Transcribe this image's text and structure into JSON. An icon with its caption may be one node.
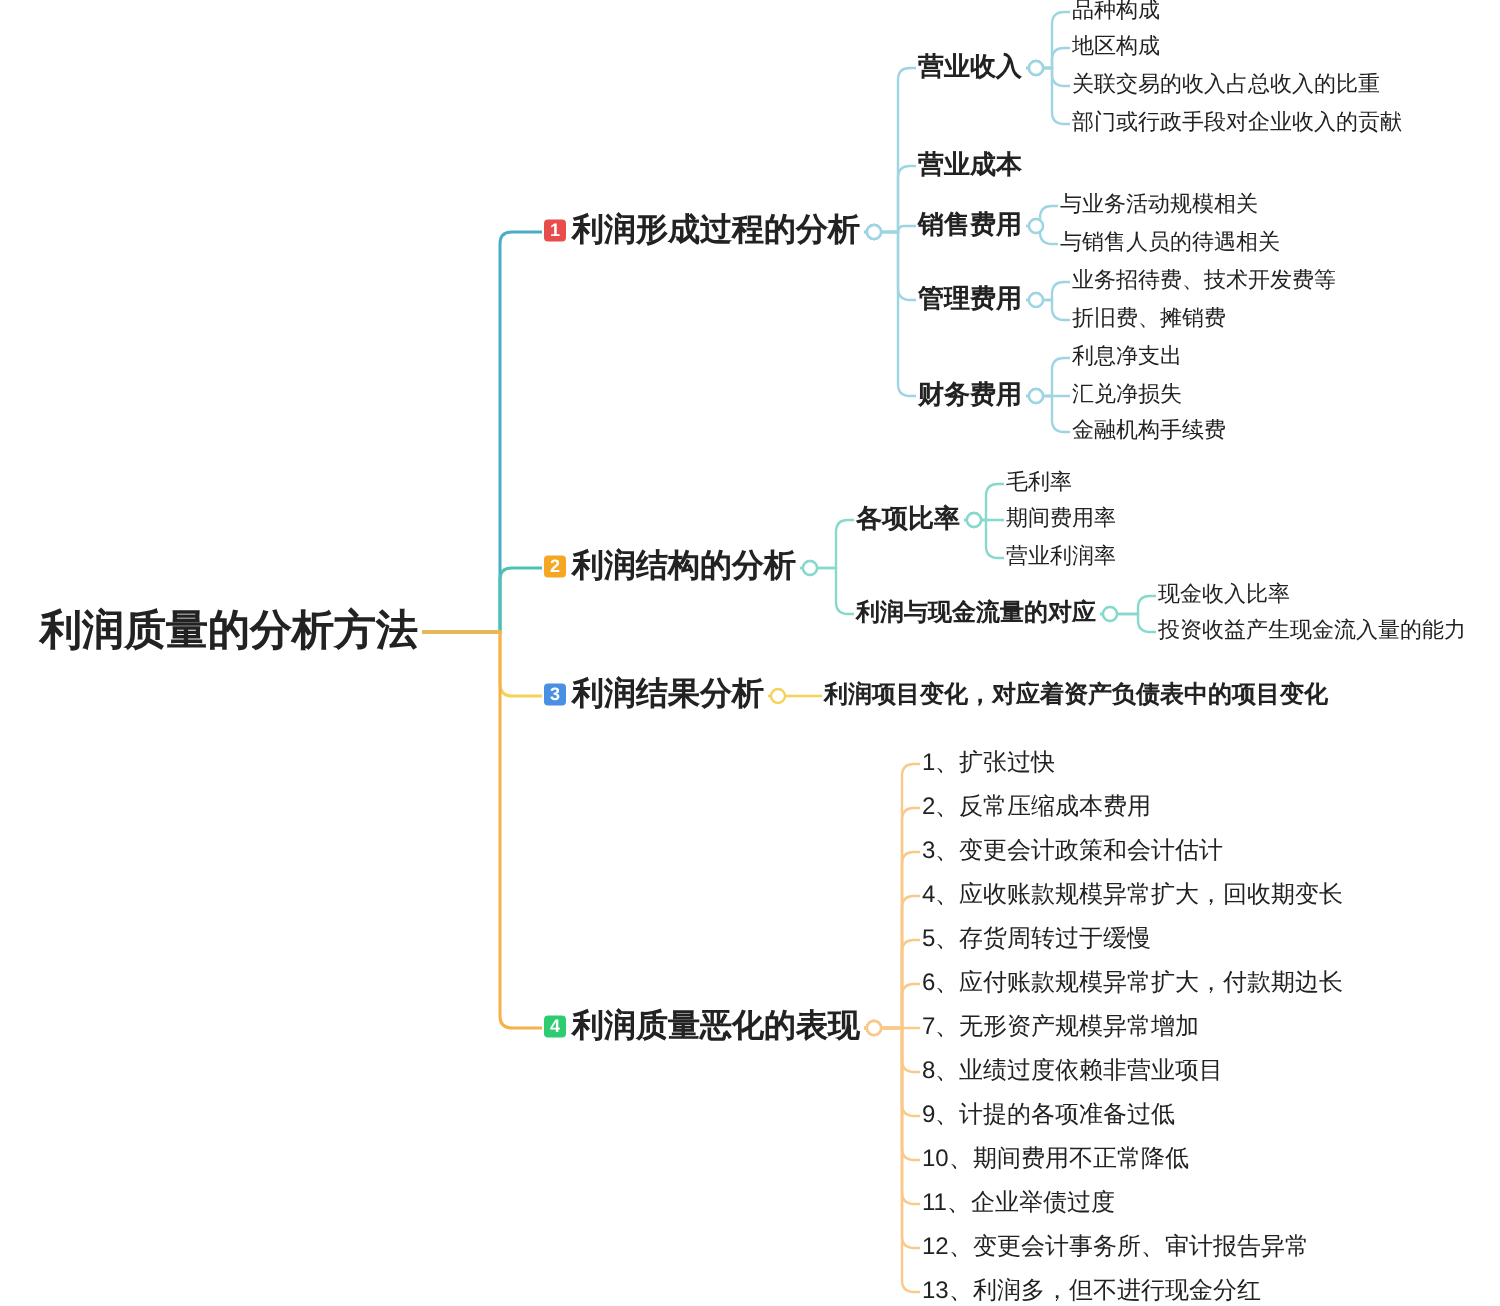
{
  "diagram": {
    "nodes": [
      {
        "text": [
          "利润质量的分析方法"
        ]
      },
      {
        "text": [
          "1",
          "利润形成过程的分析"
        ]
      },
      {
        "text": [
          "营业收入"
        ]
      },
      {
        "text": [
          "品种构成"
        ]
      },
      {
        "text": [
          "地区构成"
        ]
      },
      {
        "text": [
          "关联交易的收入占总收入的比重"
        ]
      },
      {
        "text": [
          "部门或行政手段对企业收入的贡献"
        ]
      },
      {
        "text": [
          "营业成本"
        ]
      },
      {
        "text": [
          "销售费用"
        ]
      },
      {
        "text": [
          "与业务活动规模相关"
        ]
      },
      {
        "text": [
          "与销售人员的待遇相关"
        ]
      },
      {
        "text": [
          "管理费用"
        ]
      },
      {
        "text": [
          "业务招待费、技术开发费等"
        ]
      },
      {
        "text": [
          "折旧费、摊销费"
        ]
      },
      {
        "text": [
          "财务费用"
        ]
      },
      {
        "text": [
          "利息净支出"
        ]
      },
      {
        "text": [
          "汇兑净损失"
        ]
      },
      {
        "text": [
          "金融机构手续费"
        ]
      },
      {
        "text": [
          "2",
          "利润结构的分析"
        ]
      },
      {
        "text": [
          "各项比率"
        ]
      },
      {
        "text": [
          "毛利率"
        ]
      },
      {
        "text": [
          "期间费用率"
        ]
      },
      {
        "text": [
          "营业利润率"
        ]
      },
      {
        "text": [
          "利润与现金流量的对应"
        ]
      },
      {
        "text": [
          "现金收入比率"
        ]
      },
      {
        "text": [
          "投资收益产生现金流入量的能力"
        ]
      },
      {
        "text": [
          "3",
          "利润结果分析"
        ]
      },
      {
        "text": [
          "利润项目变化，对应着资产负债表中的项目变化"
        ]
      },
      {
        "text": [
          "4",
          "利润质量恶化的表现"
        ]
      },
      {
        "text": [
          "1、扩张过快"
        ]
      },
      {
        "text": [
          "2、反常压缩成本费用"
        ]
      },
      {
        "text": [
          "3、变更会计政策和会计估计"
        ]
      },
      {
        "text": [
          "4、应收账款规模异常扩大，回收期变长"
        ]
      },
      {
        "text": [
          "5、存货周转过于缓慢"
        ]
      },
      {
        "text": [
          "6、应付账款规模异常扩大，付款期边长"
        ]
      },
      {
        "text": [
          "7、无形资产规模异常增加"
        ]
      },
      {
        "text": [
          "8、业绩过度依赖非营业项目"
        ]
      },
      {
        "text": [
          "9、计提的各项准备过低"
        ]
      },
      {
        "text": [
          "10、期间费用不正常降低"
        ]
      },
      {
        "text": [
          "11、企业举债过度"
        ]
      },
      {
        "text": [
          "12、变更会计事务所、审计报告异常"
        ]
      },
      {
        "text": [
          "13、利润多，但不进行现金分红"
        ]
      }
    ],
    "edges": [
      {
        "from": 0,
        "to": 1,
        "arrow": "none",
        "color": "#4bacc6"
      },
      {
        "from": 1,
        "to": 2,
        "arrow": "other"
      },
      {
        "from": 2,
        "to": 3,
        "arrow": "other"
      },
      {
        "from": 2,
        "to": 4,
        "arrow": "other"
      },
      {
        "from": 2,
        "to": 5,
        "arrow": "other"
      },
      {
        "from": 2,
        "to": 6,
        "arrow": "other"
      },
      {
        "from": 1,
        "to": 7,
        "arrow": "other"
      },
      {
        "from": 1,
        "to": 8,
        "arrow": "other"
      },
      {
        "from": 8,
        "to": 9,
        "arrow": "other"
      },
      {
        "from": 8,
        "to": 10,
        "arrow": "other"
      },
      {
        "from": 1,
        "to": 11,
        "arrow": "other"
      },
      {
        "from": 11,
        "to": 12,
        "arrow": "other"
      },
      {
        "from": 11,
        "to": 13,
        "arrow": "other"
      },
      {
        "from": 1,
        "to": 14,
        "arrow": "other"
      },
      {
        "from": 14,
        "to": 15,
        "arrow": "other"
      },
      {
        "from": 14,
        "to": 16,
        "arrow": "other"
      },
      {
        "from": 14,
        "to": 17,
        "arrow": "other"
      },
      {
        "from": 0,
        "to": 18,
        "arrow": "none",
        "color": "#4cc2b2"
      },
      {
        "from": 18,
        "to": 19,
        "arrow": "other",
        "color": "#86d9cc"
      },
      {
        "from": 19,
        "to": 20,
        "arrow": "other",
        "color": "#86d9cc"
      },
      {
        "from": 19,
        "to": 21,
        "arrow": "other",
        "color": "#86d9cc"
      },
      {
        "from": 19,
        "to": 22,
        "arrow": "other",
        "color": "#86d9cc"
      },
      {
        "from": 18,
        "to": 23,
        "arrow": "other",
        "color": "#86d9cc"
      },
      {
        "from": 23,
        "to": 24,
        "arrow": "other",
        "color": "#86d9cc"
      },
      {
        "from": 23,
        "to": 25,
        "arrow": "other",
        "color": "#86d9cc"
      },
      {
        "from": 0,
        "to": 26,
        "arrow": "none",
        "color": "#f5d35a"
      },
      {
        "from": 26,
        "to": 27,
        "arrow": "other",
        "color": "#f5d35a"
      },
      {
        "from": 0,
        "to": 28,
        "arrow": "none",
        "color": "#f7b04a"
      },
      {
        "from": 28,
        "to": 29,
        "arrow": "other",
        "color": "#f9c98a"
      },
      {
        "from": 28,
        "to": 30,
        "arrow": "other",
        "color": "#f9c98a"
      },
      {
        "from": 28,
        "to": 31,
        "arrow": "other",
        "color": "#f9c98a"
      },
      {
        "from": 28,
        "to": 32,
        "arrow": "other",
        "color": "#f9c98a"
      },
      {
        "from": 28,
        "to": 33,
        "arrow": "other",
        "color": "#f9c98a"
      },
      {
        "from": 28,
        "to": 34,
        "arrow": "other",
        "color": "#f9c98a"
      },
      {
        "from": 28,
        "to": 35,
        "arrow": "other",
        "color": "#f9c98a"
      },
      {
        "from": 28,
        "to": 36,
        "arrow": "other",
        "color": "#f9c98a"
      },
      {
        "from": 28,
        "to": 37,
        "arrow": "other",
        "color": "#f9c98a"
      },
      {
        "from": 28,
        "to": 38,
        "arrow": "other",
        "color": "#f9c98a"
      },
      {
        "from": 28,
        "to": 39,
        "arrow": "other",
        "color": "#f9c98a"
      },
      {
        "from": 28,
        "to": 40,
        "arrow": "other",
        "color": "#f9c98a"
      },
      {
        "from": 28,
        "to": 41,
        "arrow": "other",
        "color": "#f9c98a"
      }
    ]
  }
}
